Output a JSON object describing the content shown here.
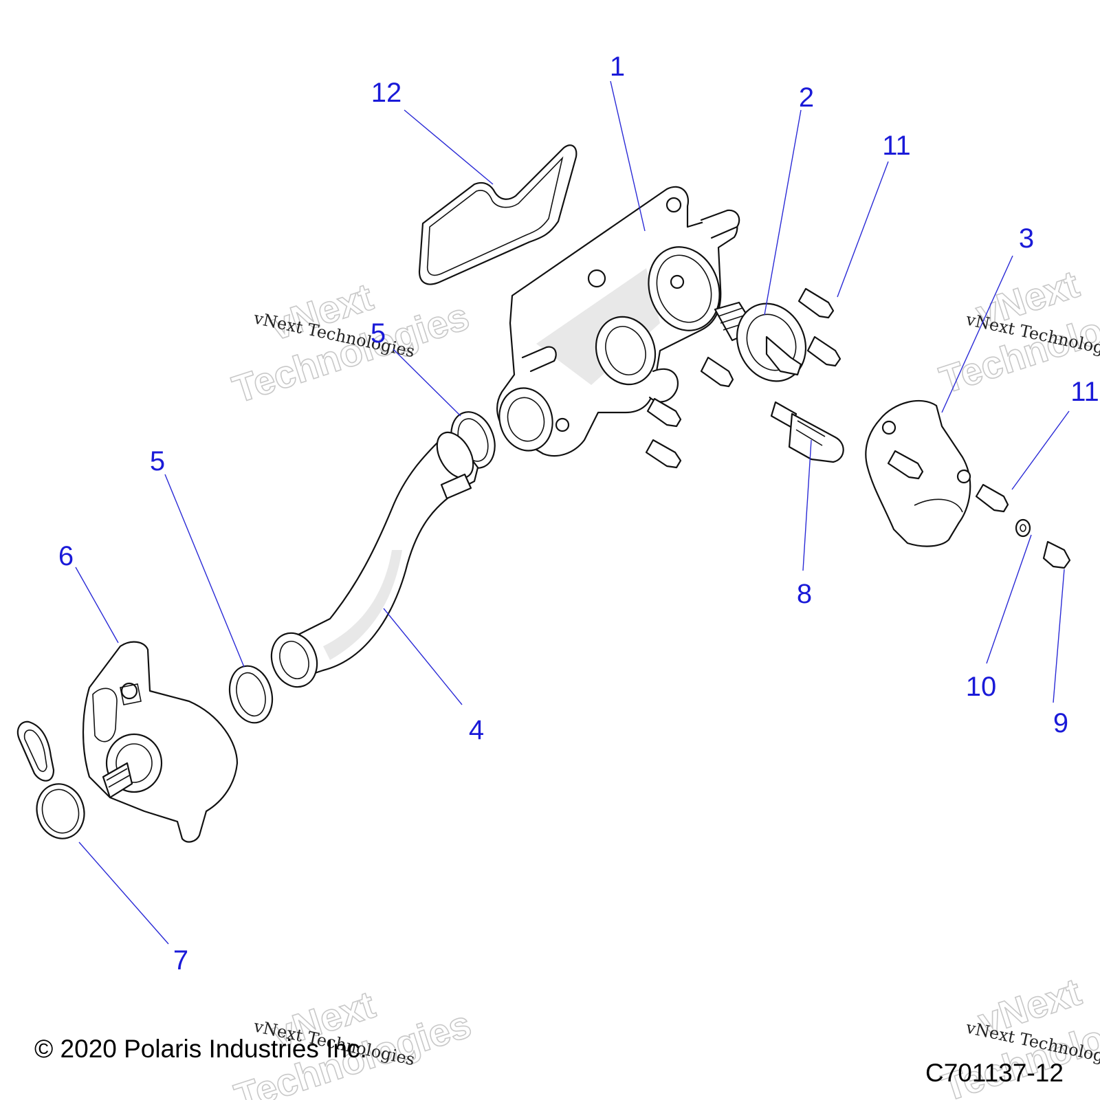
{
  "callouts": {
    "c1": "1",
    "c2": "2",
    "c3": "3",
    "c4": "4",
    "c5a": "5",
    "c5b": "5",
    "c6": "6",
    "c7": "7",
    "c8": "8",
    "c9": "9",
    "c10": "10",
    "c11a": "11",
    "c11b": "11",
    "c12": "12"
  },
  "watermark": {
    "big_line1": "vNext",
    "big_line2": "Technologies",
    "small": "vNext Technologies"
  },
  "footer": {
    "copyright": "© 2020 Polaris Industries Inc.",
    "figure_id": "C701137-12"
  },
  "colors": {
    "callout": "#1a1ad8",
    "leader": "#2a2ad6",
    "line_art": "#111111"
  }
}
